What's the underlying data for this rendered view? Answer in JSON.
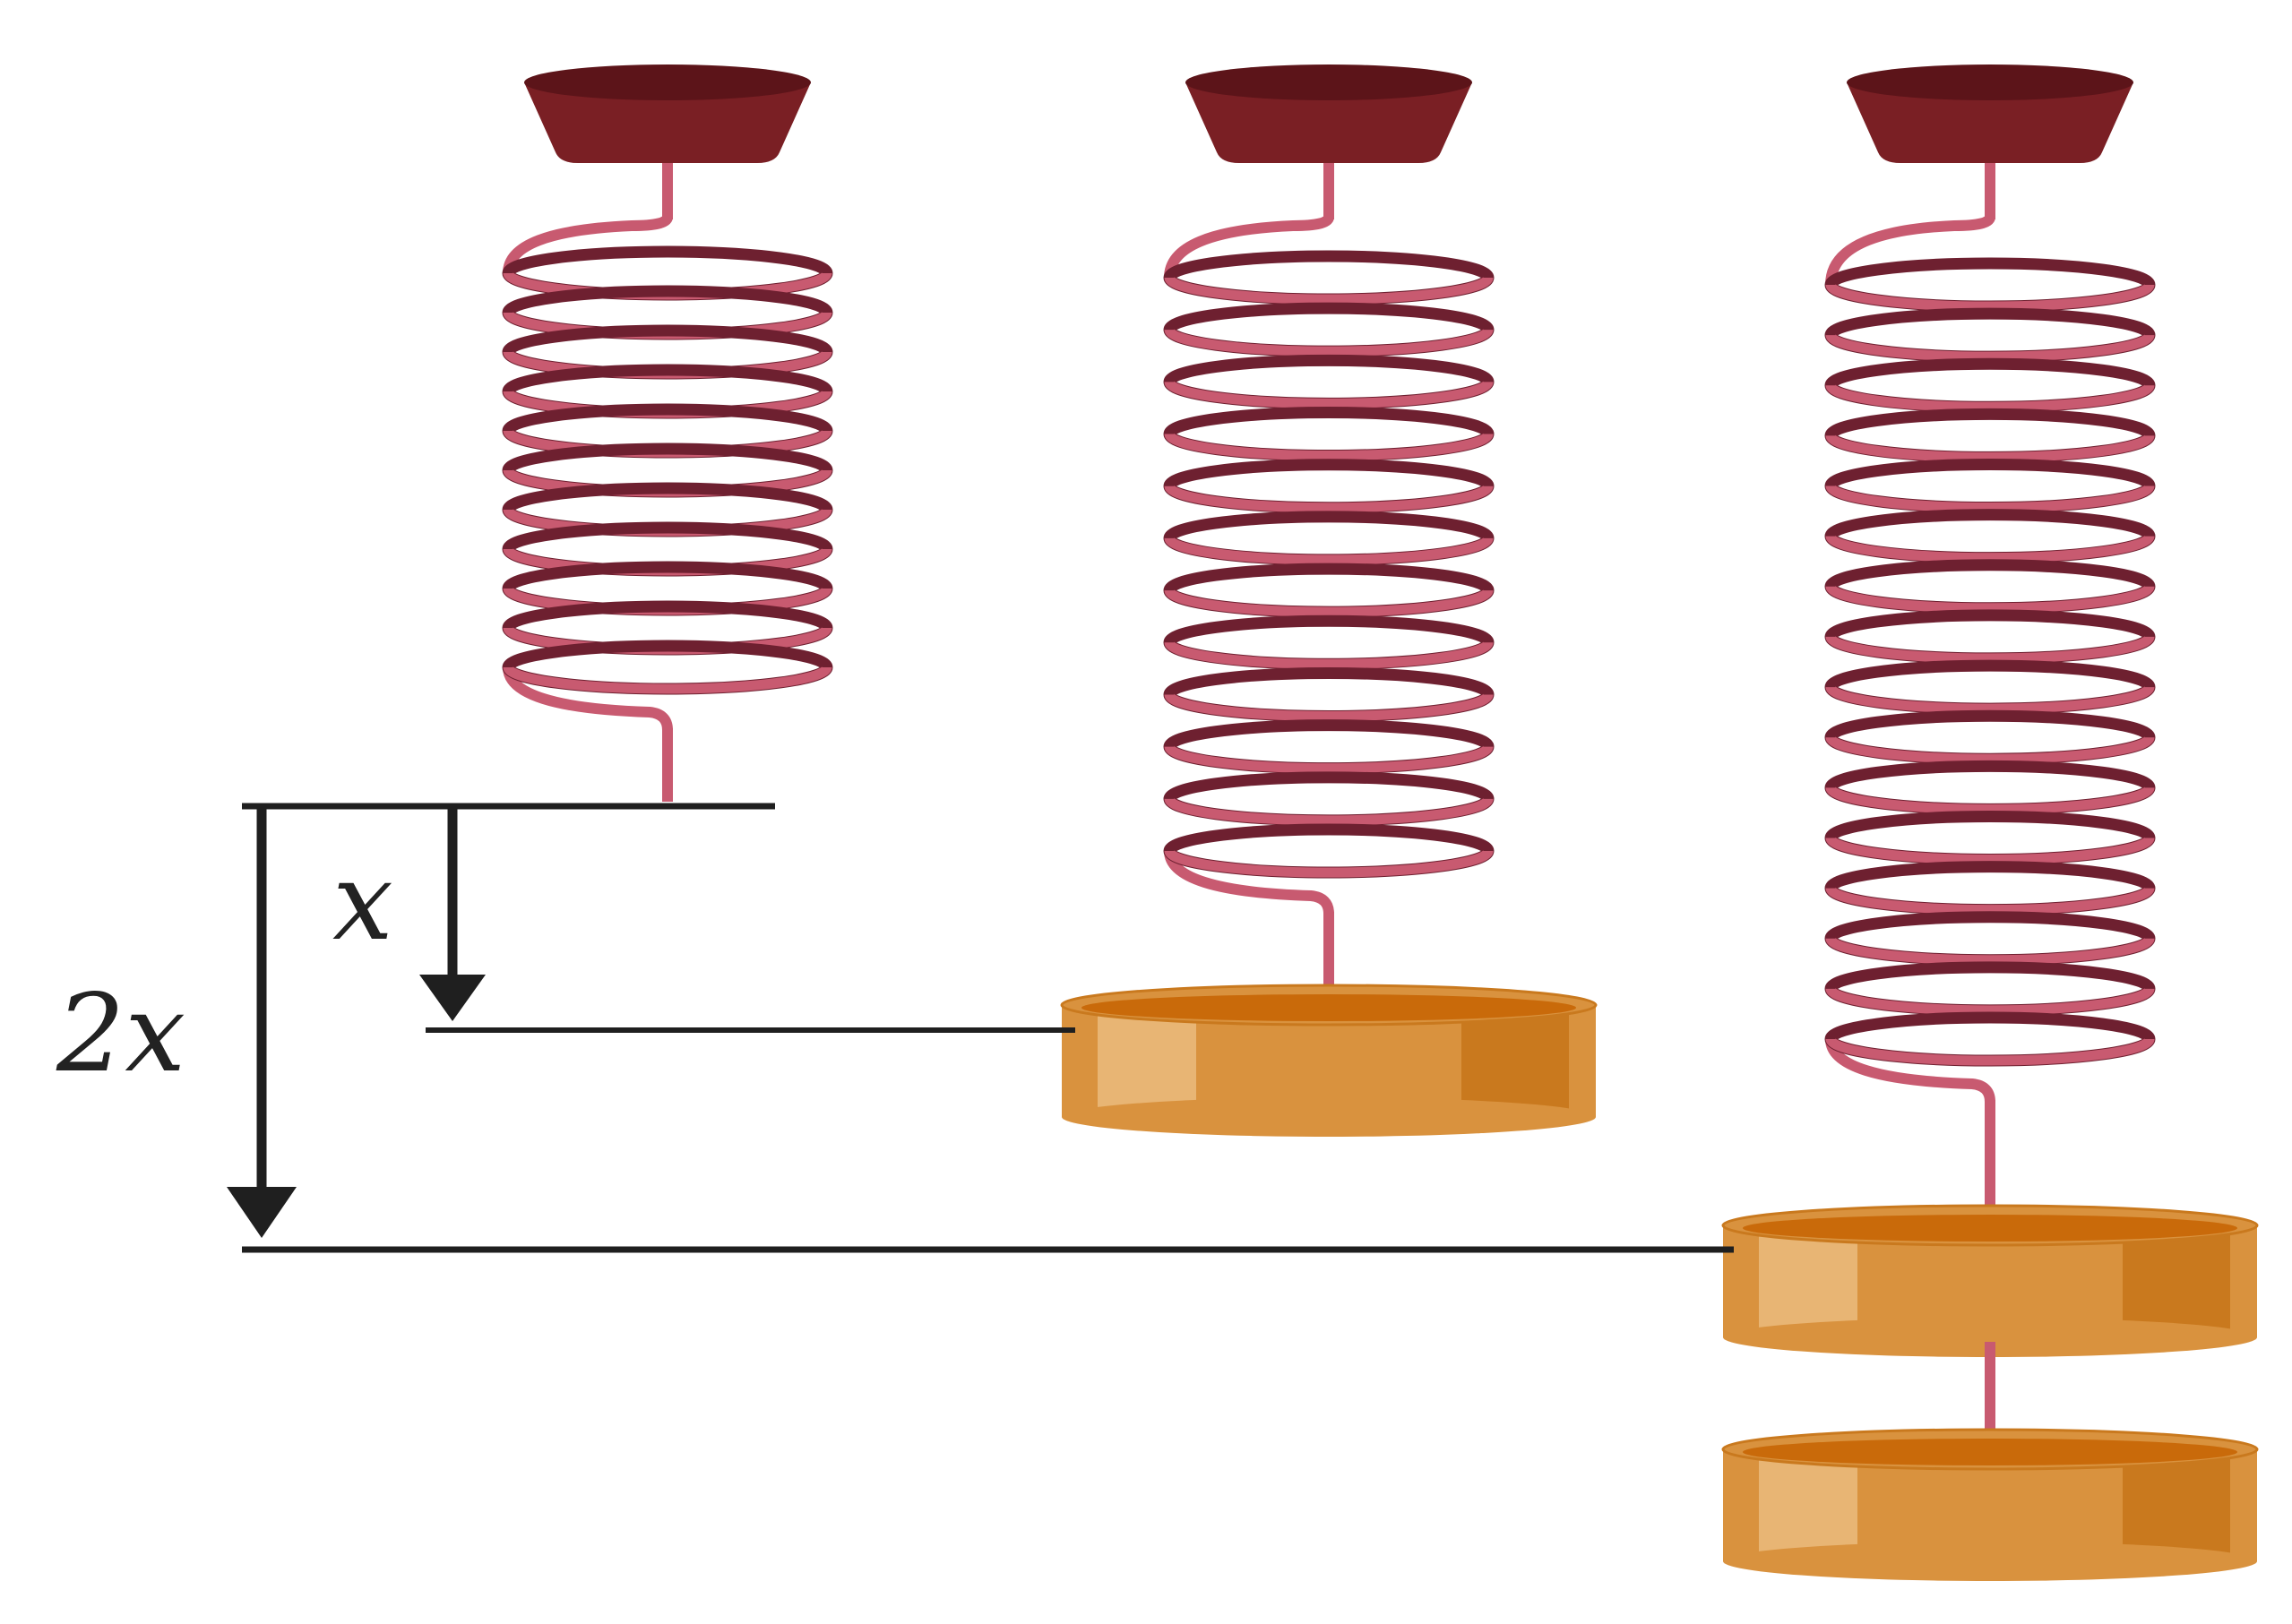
{
  "labels": {
    "x": "x",
    "two_x": "2x"
  },
  "springs": [
    {
      "id": "spring-1",
      "masses": 0,
      "coils": 11
    },
    {
      "id": "spring-2",
      "masses": 1,
      "coils": 12
    },
    {
      "id": "spring-3",
      "masses": 2,
      "coils": 16
    }
  ],
  "colors": {
    "mount": "#7a1f24",
    "mount_top": "#5c1419",
    "spring_front": "#c85a70",
    "spring_back": "#6e2030",
    "mass_body": "#d9923e",
    "mass_light": "#e8b574",
    "mass_dark": "#c9791e",
    "mass_top": "#c96a0a",
    "ink": "#1f1f1f"
  }
}
